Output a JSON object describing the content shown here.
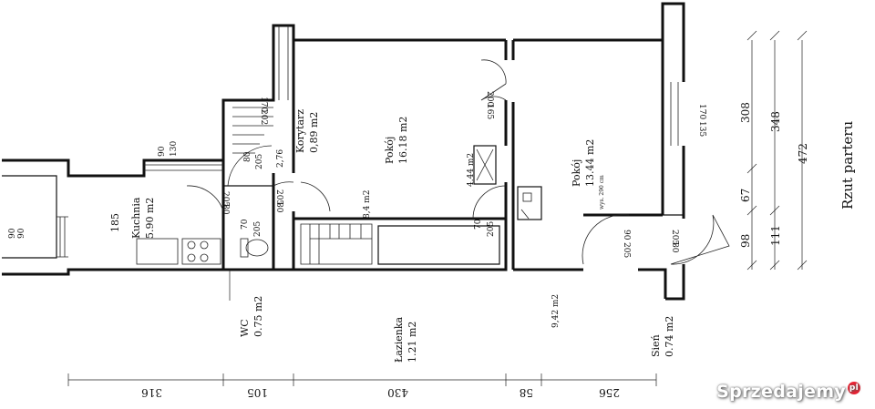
{
  "title": "Rzut parteru",
  "rooms": {
    "kuchnia": {
      "name": "Kuchnia",
      "area": "5.90 m2"
    },
    "korytarz": {
      "name": "Korytarz",
      "area": "0,89 m2"
    },
    "pokoj1": {
      "name": "Pokój",
      "area": "16.18 m2"
    },
    "pokoj2": {
      "name": "Pokój",
      "area": "13.44 m2",
      "height": "wys. 290 cm"
    },
    "wc": {
      "name": "WC",
      "area": "0.75 m2"
    },
    "lazienka": {
      "name": "Łazienka",
      "area": "1.21 m2"
    },
    "sien": {
      "name": "Sień",
      "area": "0.74 m2"
    }
  },
  "floating_areas": [
    "8,4 m2",
    "4.44 m2",
    "9,42 m2"
  ],
  "labels": {
    "d185": "185",
    "d90": "90",
    "d130": "130",
    "d90b": "90",
    "d90c": "90",
    "d170a": "170",
    "d202": "202",
    "d80a": "80",
    "d205a": "205",
    "d276": "2,76",
    "d205b": "205",
    "d80b": "80",
    "d205c": "205",
    "d80c": "80",
    "d70a": "70",
    "d205d": "205",
    "d70b": "70",
    "d205e": "205",
    "d200": "200",
    "d165": "165",
    "d170b": "170",
    "d135": "135",
    "d90d": "90",
    "d205f": "205",
    "d205g": "205",
    "d80d": "80"
  },
  "right_dims": [
    "308",
    "67",
    "98",
    "348",
    "111",
    "472"
  ],
  "bottom_dims": [
    "316",
    "105",
    "430",
    "58",
    "256"
  ],
  "watermark": "Sprzedajemy",
  "watermark_suffix": "pl"
}
